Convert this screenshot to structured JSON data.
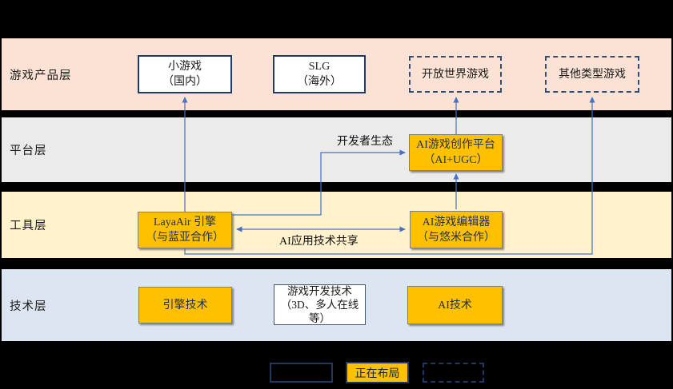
{
  "layers": [
    {
      "label": "游戏产品层"
    },
    {
      "label": "平台层"
    },
    {
      "label": "工具层"
    },
    {
      "label": "技术层"
    }
  ],
  "boxes": {
    "mini_game": {
      "line1": "小游戏",
      "line2": "（国内）"
    },
    "slg": {
      "line1": "SLG",
      "line2": "（海外）"
    },
    "open_world": {
      "line1": "开放世界游戏"
    },
    "other_games": {
      "line1": "其他类型游戏"
    },
    "ai_platform": {
      "line1": "AI游戏创作平台",
      "line2": "（AI+UGC）"
    },
    "layaair": {
      "line1": "LayaAir 引擎",
      "line2": "（与蓝亚合作）"
    },
    "ai_editor": {
      "line1": "AI游戏编辑器",
      "line2": "（与悠米合作）"
    },
    "engine_tech": {
      "line1": "引擎技术"
    },
    "game_dev_tech": {
      "line1": "游戏开发技术",
      "line2": "（3D、多人在线",
      "line3": "等）"
    },
    "ai_tech": {
      "line1": "AI技术"
    }
  },
  "edge_labels": {
    "developer_ecosystem": "开发者生态",
    "ai_tech_sharing": "AI应用技术共享"
  },
  "connections": [
    {
      "from": "LayaAir 引擎",
      "to": "小游戏（国内）",
      "label": "",
      "bidirectional": false
    },
    {
      "from": "LayaAir 引擎",
      "to": "AI游戏创作平台",
      "label": "开发者生态",
      "bidirectional": false
    },
    {
      "from": "LayaAir 引擎",
      "to": "AI游戏编辑器",
      "label": "AI应用技术共享",
      "bidirectional": true
    },
    {
      "from": "AI游戏编辑器",
      "to": "AI游戏创作平台",
      "label": "",
      "bidirectional": false
    },
    {
      "from": "AI游戏创作平台",
      "to": "开放世界游戏",
      "label": "",
      "bidirectional": false
    },
    {
      "from": "LayaAir 引擎",
      "to": "其他类型游戏",
      "label": "",
      "bidirectional": false
    }
  ],
  "legend": {
    "solid_label": "",
    "planning_label": "正在布局",
    "dashed_label": ""
  },
  "colors": {
    "background": "#000000",
    "band_product": "#FBE2D5",
    "band_platform": "#EBEBEB",
    "band_tools": "#FFF2CC",
    "band_tech": "#DCE6F2",
    "yellow_box_fill": "#FFC000",
    "navy_border": "#1F3864",
    "arrow_blue": "#4472C4"
  }
}
